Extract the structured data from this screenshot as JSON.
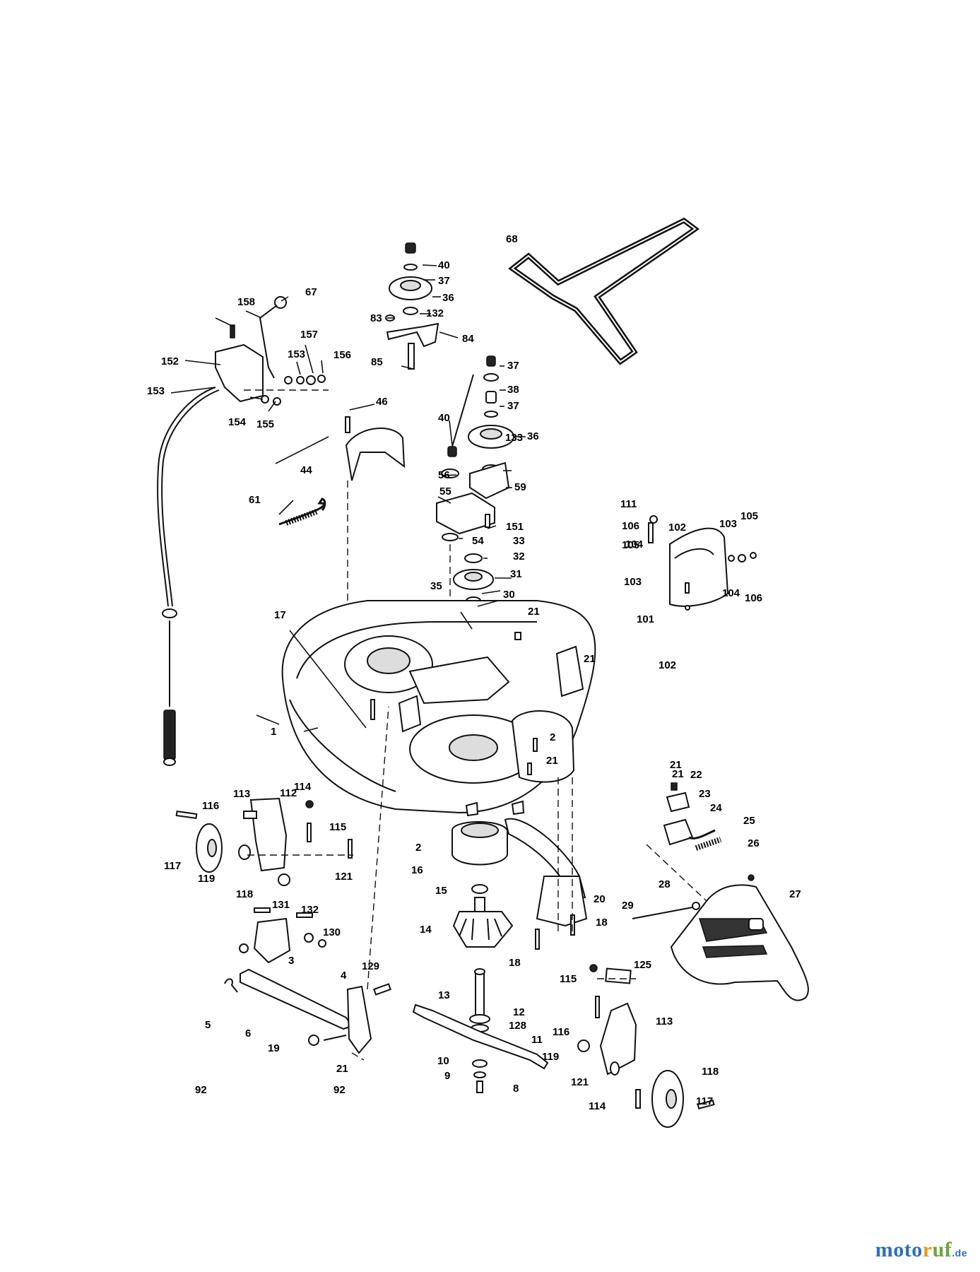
{
  "watermark": {
    "part1": "moto",
    "part2": "r",
    "part3": "uf",
    "suffix": ".de"
  },
  "callouts": [
    "1",
    "2",
    "2",
    "3",
    "4",
    "5",
    "6",
    "8",
    "9",
    "10",
    "11",
    "12",
    "128",
    "13",
    "14",
    "15",
    "16",
    "17",
    "18",
    "18",
    "19",
    "20",
    "21",
    "21",
    "21",
    "21",
    "21",
    "21",
    "22",
    "23",
    "24",
    "25",
    "26",
    "27",
    "28",
    "29",
    "30",
    "31",
    "32",
    "33",
    "35",
    "36",
    "36",
    "37",
    "37",
    "37",
    "38",
    "40",
    "40",
    "44",
    "46",
    "54",
    "55",
    "56",
    "59",
    "61",
    "67",
    "68",
    "83",
    "84",
    "85",
    "92",
    "92",
    "101",
    "102",
    "102",
    "103",
    "103",
    "104",
    "104",
    "105",
    "105",
    "106",
    "106",
    "111",
    "112",
    "113",
    "113",
    "114",
    "114",
    "115",
    "115",
    "116",
    "116",
    "117",
    "117",
    "118",
    "118",
    "119",
    "119",
    "121",
    "121",
    "125",
    "129",
    "130",
    "131",
    "132",
    "132",
    "133",
    "151",
    "152",
    "153",
    "153",
    "154",
    "155",
    "156",
    "157",
    "158"
  ],
  "colors": {
    "wm_blue": "#2e6fb7",
    "wm_orange": "#e39a1d",
    "wm_green": "#6aa63a",
    "ink": "#111111"
  }
}
